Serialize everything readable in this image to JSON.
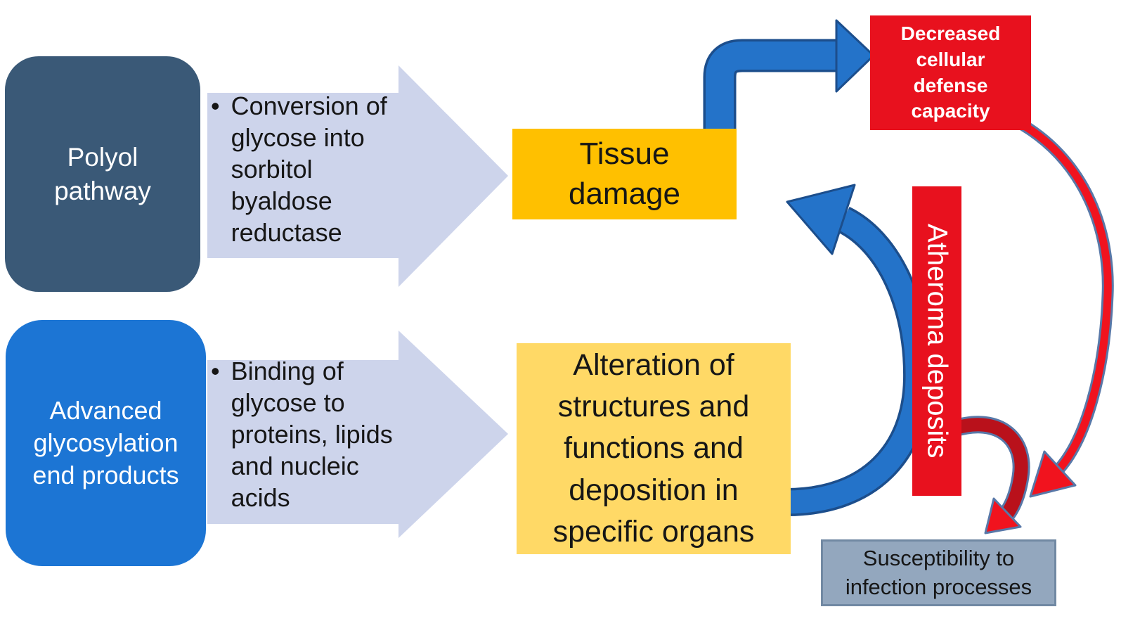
{
  "title": "Hyperglycemia tissue damage pathways diagram",
  "colors": {
    "polyol_box": "#3A5977",
    "age_box": "#1C75D4",
    "process_arrow": "#CDD4EB",
    "tissue_box": "#FFC000",
    "alteration_box": "#FFD966",
    "red_box": "#E8111E",
    "susceptibility_box": "#93A7BE",
    "susceptibility_border": "#7189A3",
    "blue_arrow": "#2473C9",
    "blue_arrow_outline": "#1C4E8C",
    "dark_red_arrow": "#B9111B",
    "bright_red_arrow": "#F1131E",
    "red_arrow_outline": "#5878A8"
  },
  "nodes": {
    "polyol": {
      "label": "Polyol\npathway"
    },
    "age": {
      "label": "Advanced\nglycosylation\nend products"
    },
    "polyol_process": {
      "bullet": "•",
      "label": "Conversion of\nglycose into\nsorbitol\nbyaldose\nreductase"
    },
    "age_process": {
      "bullet": "•",
      "label": "Binding of\nglycose to\nproteins, lipids\nand nucleic\nacids"
    },
    "tissue_damage": {
      "label": "Tissue\ndamage"
    },
    "alteration": {
      "label": "Alteration of\nstructures and\nfunctions and\ndeposition in\nspecific organs"
    },
    "decreased_defense": {
      "label": "Decreased\ncellular\ndefense\ncapacity"
    },
    "atheroma": {
      "label": "Atheroma deposits"
    },
    "susceptibility": {
      "label": "Susceptibility to\ninfection processes"
    }
  }
}
